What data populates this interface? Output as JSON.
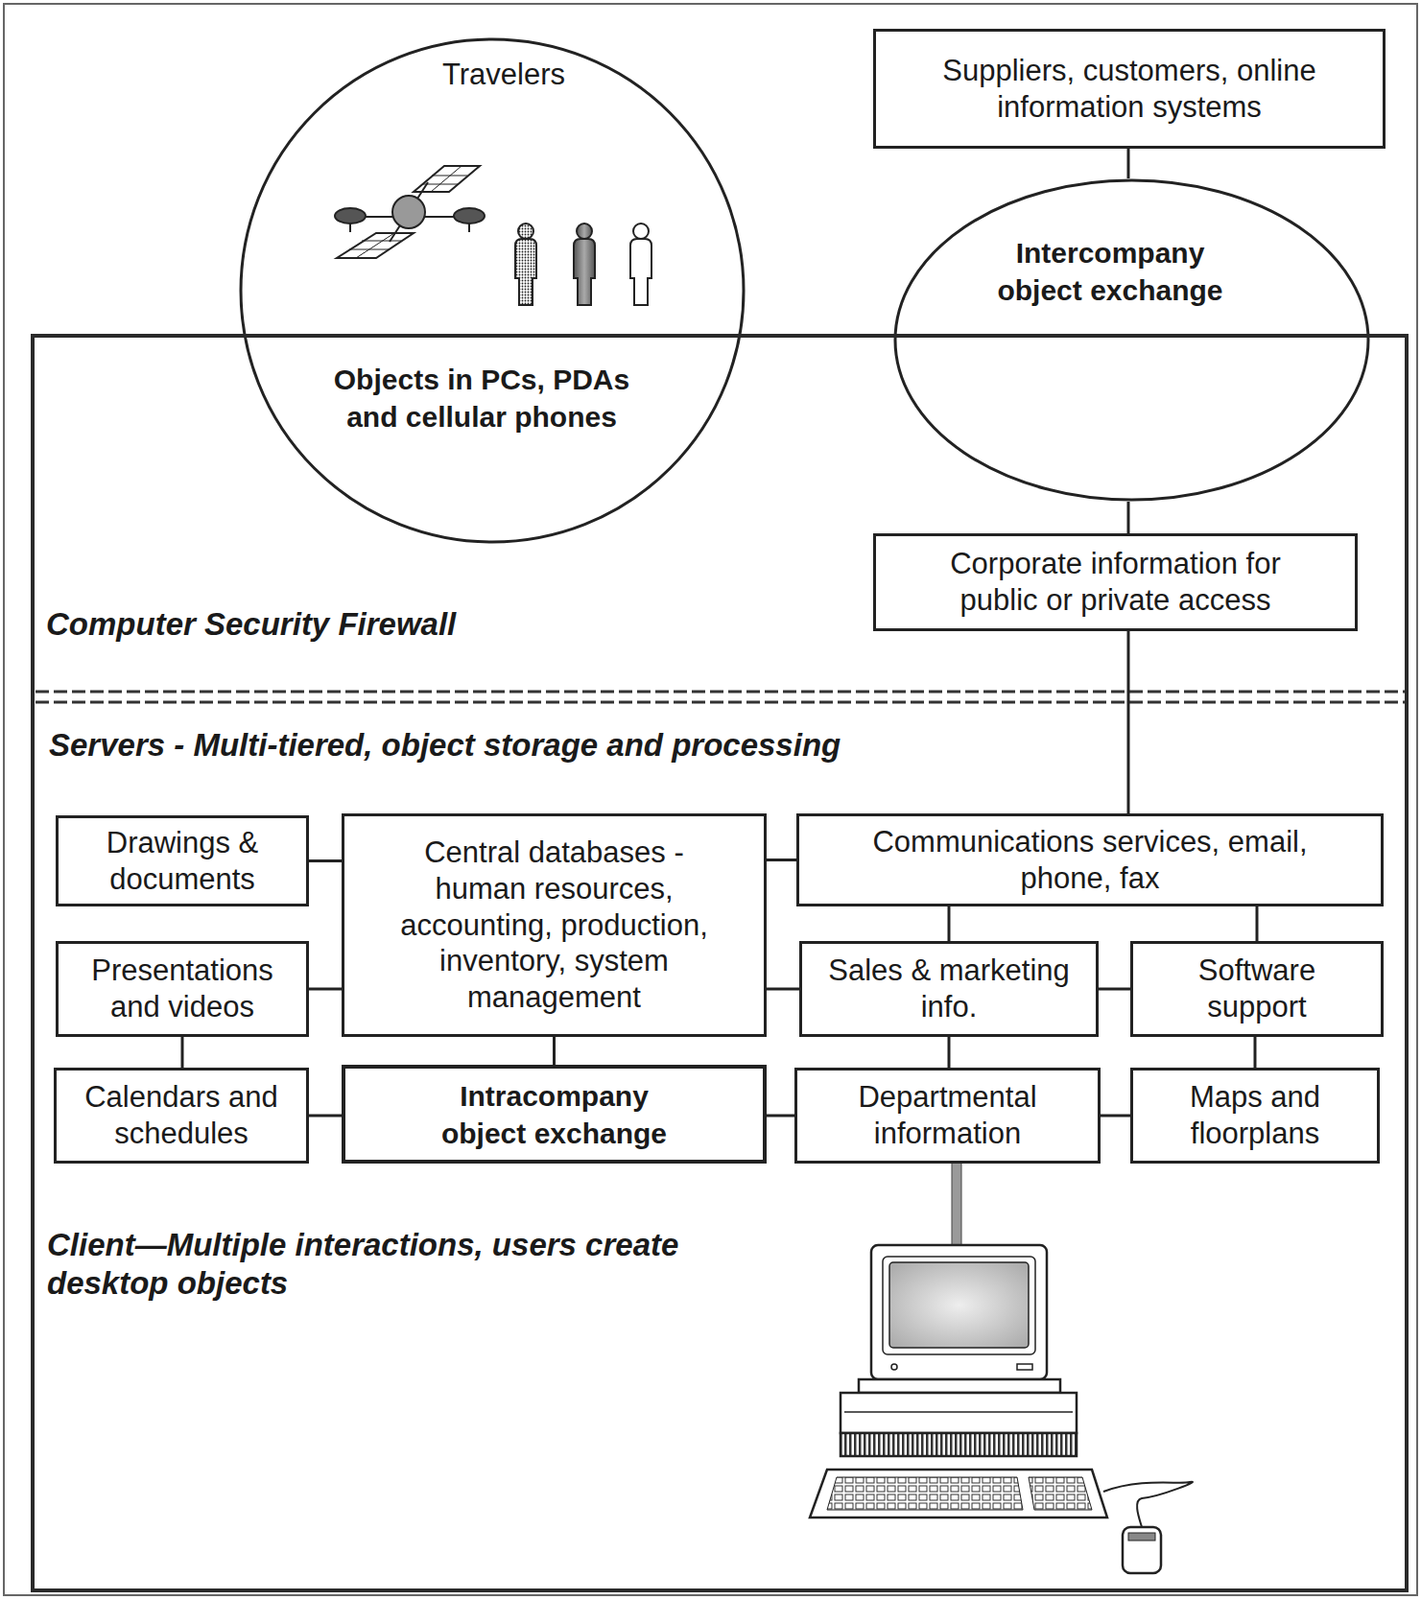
{
  "diagram": {
    "nodes": [
      {
        "text": [
          "Travelers",
          "Objects in PCs, PDAs and cellular phones"
        ]
      },
      {
        "text": [
          "Suppliers, customers, online information systems"
        ]
      },
      {
        "text": [
          "Intercompany object exchange"
        ]
      },
      {
        "text": [
          "Computer Security Firewall",
          "Servers - Multi-tiered, object storage and processing",
          "Client—Multiple interactions, users create desktop objects"
        ]
      },
      {
        "text": [
          "Corporate information for public or private access"
        ],
        "in": 3
      },
      {
        "text": [
          "Drawings & documents"
        ],
        "in": 3
      },
      {
        "text": [
          "Central databases - human resources, accounting, production, inventory, system management"
        ],
        "in": 3
      },
      {
        "text": [
          "Communications services, email, phone, fax"
        ],
        "in": 3
      },
      {
        "text": [
          "Presentations and videos"
        ],
        "in": 3
      },
      {
        "text": [
          "Sales & marketing info."
        ],
        "in": 3
      },
      {
        "text": [
          "Software support"
        ],
        "in": 3
      },
      {
        "text": [
          "Calendars and schedules"
        ],
        "in": 3
      },
      {
        "text": [
          "Intracompany object exchange"
        ],
        "in": 3
      },
      {
        "text": [
          "Departmental information"
        ],
        "in": 3
      },
      {
        "text": [
          "Maps and floorplans"
        ],
        "in": 3
      }
    ],
    "edges": [
      {
        "from": 1,
        "to": 2,
        "arrow": "none"
      },
      {
        "from": 2,
        "to": 4,
        "arrow": "none"
      },
      {
        "from": 4,
        "to": 7,
        "arrow": "none"
      },
      {
        "from": 5,
        "to": 6,
        "arrow": "none"
      },
      {
        "from": 6,
        "to": 7,
        "arrow": "none"
      },
      {
        "from": 8,
        "to": 6,
        "arrow": "none"
      },
      {
        "from": 6,
        "to": 9,
        "arrow": "none"
      },
      {
        "from": 8,
        "to": 11,
        "arrow": "none"
      },
      {
        "from": 6,
        "to": 12,
        "arrow": "none"
      },
      {
        "from": 7,
        "to": 9,
        "arrow": "none"
      },
      {
        "from": 7,
        "to": 10,
        "arrow": "none"
      },
      {
        "from": 9,
        "to": 10,
        "arrow": "none"
      },
      {
        "from": 11,
        "to": 12,
        "arrow": "none"
      },
      {
        "from": 12,
        "to": 13,
        "arrow": "none"
      },
      {
        "from": 9,
        "to": 13,
        "arrow": "none"
      },
      {
        "from": 10,
        "to": 14,
        "arrow": "none"
      },
      {
        "from": 13,
        "to": 14,
        "arrow": "none"
      }
    ]
  }
}
